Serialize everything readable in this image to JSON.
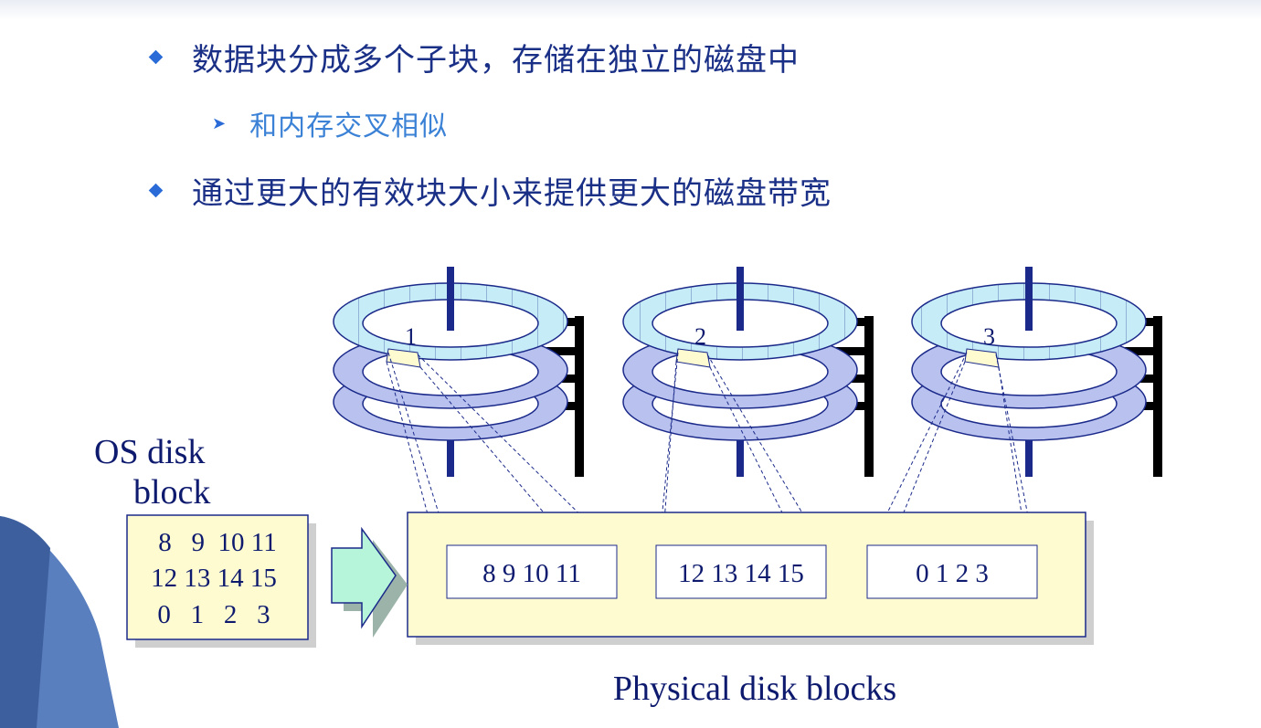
{
  "bullets": [
    {
      "text": "数据块分成多个子块，存储在独立的磁盘中"
    },
    {
      "text": "和内存交叉相似"
    },
    {
      "text": "通过更大的有效块大小来提供更大的磁盘带宽"
    }
  ],
  "diagram": {
    "os_label_line1": "OS disk",
    "os_label_line2": "block",
    "os_block_rows": [
      "8   9  10 11",
      "12 13 14 15",
      "0   1   2   3"
    ],
    "physical_label": "Physical disk blocks",
    "disks": [
      {
        "number": "1",
        "chunk": "8   9  10 11"
      },
      {
        "number": "2",
        "chunk": "12 13 14 15"
      },
      {
        "number": "3",
        "chunk": "0   1   2   3"
      }
    ]
  },
  "colors": {
    "bullet_text": "#1a2f86",
    "sub_bullet_text": "#3b82d6",
    "diagram_text": "#0d1a6e",
    "platter": "#b9c2ef",
    "platter_top": "#c6ecf7",
    "block_fill": "#fffbd1",
    "arrow_fill": "#b6f5d9"
  }
}
